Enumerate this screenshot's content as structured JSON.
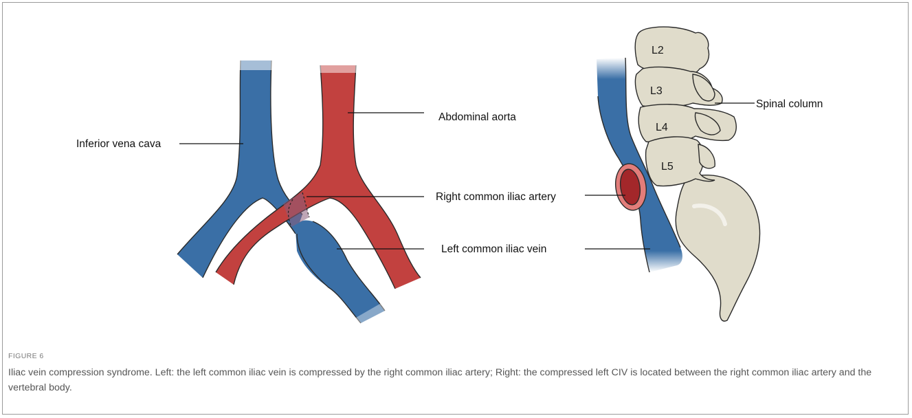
{
  "labels": {
    "ivc": "Inferior vena cava",
    "aorta": "Abdominal aorta",
    "rcia": "Right common iliac artery",
    "lciv": "Left common iliac vein",
    "spine": "Spinal column",
    "vertebrae": [
      "L2",
      "L3",
      "L4",
      "L5"
    ]
  },
  "figure": {
    "label": "FIGURE 6",
    "caption": "Iliac vein compression syndrome. Left: the left common iliac vein is compressed by the right common iliac artery; Right: the compressed left CIV is located between the right common iliac artery and the vertebral body."
  },
  "colors": {
    "vein": "#3a6fa6",
    "artery": "#c2413f",
    "bone": "#e0dccb"
  }
}
